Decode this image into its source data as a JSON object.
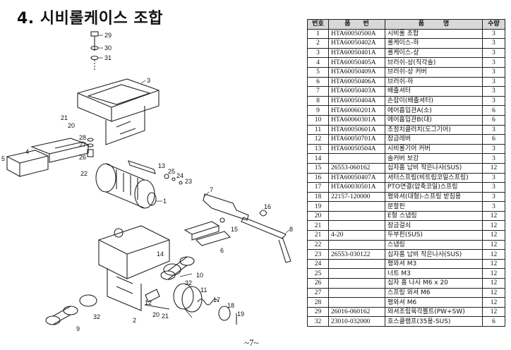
{
  "title": "4. 시비롤케이스 조합",
  "page_number": "~7~",
  "table": {
    "headers": [
      "번호",
      "품　　번",
      "품　　　명",
      "수량"
    ],
    "rows": [
      [
        "1",
        "HTA60050500A",
        "시비롤 조합",
        "3"
      ],
      [
        "2",
        "HTA60050402A",
        "롤케이스-하",
        "3"
      ],
      [
        "3",
        "HTA60050401A",
        "롤케이스-상",
        "3"
      ],
      [
        "4",
        "HTA60050405A",
        "브러쉬-상(직각솔)",
        "3"
      ],
      [
        "5",
        "HTA60050409A",
        "브러쉬-상 커버",
        "3"
      ],
      [
        "6",
        "HTA60050406A",
        "브러쉬-하",
        "3"
      ],
      [
        "7",
        "HTA60050403A",
        "배출셔터",
        "3"
      ],
      [
        "8",
        "HTA60050404A",
        "손잡이(배출셔터)",
        "3"
      ],
      [
        "9",
        "HTA60060201A",
        "에어흡입관A(소)",
        "6"
      ],
      [
        "10",
        "HTA60060301A",
        "에어흡입관B(대)",
        "6"
      ],
      [
        "11",
        "HTA60050601A",
        "조정치클러치(도그기어)",
        "3"
      ],
      [
        "12",
        "HTA60050701A",
        "잠금레버",
        "6"
      ],
      [
        "13",
        "HTA60050504A",
        "시비롤기어 커버",
        "3"
      ],
      [
        "14",
        "",
        "솔커버 보강",
        "3"
      ],
      [
        "15",
        "26553-060162",
        "십자홈 납비 작은나사(SUS)",
        "12"
      ],
      [
        "16",
        "HTA60050407A",
        "셔터스프링(비트림코일스프링)",
        "3"
      ],
      [
        "17",
        "HTA60030501A",
        "PTO연결(압축코일)스프링",
        "3"
      ],
      [
        "18",
        "22157-120000",
        "평와셔(대형)-스프링 받침용",
        "3"
      ],
      [
        "19",
        "",
        "분할핀",
        "3"
      ],
      [
        "20",
        "",
        "E형 스냅링",
        "12"
      ],
      [
        "21",
        "",
        "잠금걸쇠",
        "12"
      ],
      [
        "21",
        "4-20",
        "두부핀(SUS)",
        "12"
      ],
      [
        "22",
        "",
        "스냅링",
        "12"
      ],
      [
        "23",
        "26553-030122",
        "십자홈 납비 작은나사(SUS)",
        "12"
      ],
      [
        "24",
        "",
        "평와셔 M3",
        "12"
      ],
      [
        "25",
        "",
        "너트 M3",
        "12"
      ],
      [
        "26",
        "",
        "십자 홈 나사 M6 x 20",
        "12"
      ],
      [
        "27",
        "",
        "스프링 와셔 M6",
        "12"
      ],
      [
        "28",
        "",
        "평와셔 M6",
        "12"
      ],
      [
        "29",
        "26016-060162",
        "와셔조립육각볼트(PW+SW)",
        "12"
      ],
      [
        "32",
        "23010-032000",
        "호스클램프(35용-SUS)",
        "6"
      ]
    ]
  },
  "callouts": [
    "29",
    "30",
    "31",
    "3",
    "21",
    "20",
    "28",
    "27",
    "26",
    "4",
    "5",
    "22",
    "13",
    "25",
    "24",
    "23",
    "1",
    "7",
    "16",
    "8",
    "15",
    "6",
    "14",
    "10",
    "32",
    "11",
    "17",
    "18",
    "19",
    "12",
    "20",
    "21",
    "2",
    "32",
    "9"
  ]
}
